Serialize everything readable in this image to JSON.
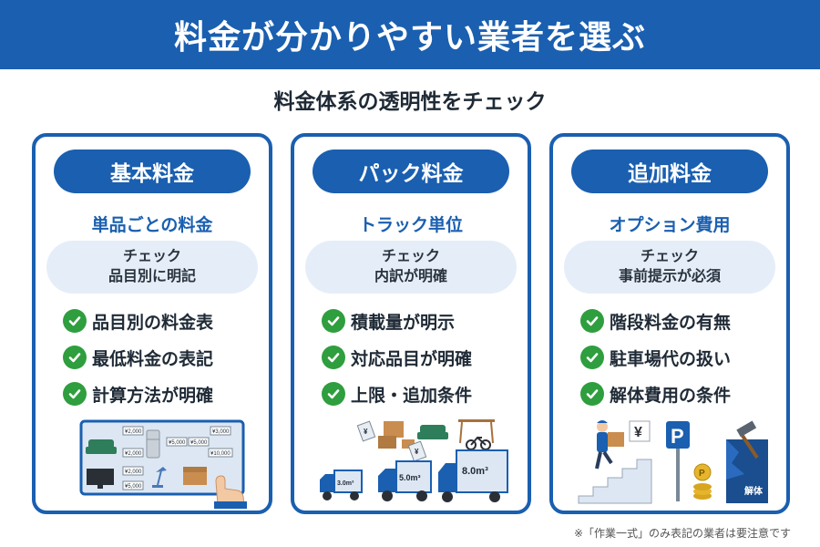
{
  "header": {
    "title": "料金が分かりやすい業者を選ぶ"
  },
  "subtitle": "料金体系の透明性をチェック",
  "cards": [
    {
      "title": "基本料金",
      "subtitle": "単品ごとの料金",
      "check_label": "チェック",
      "check_text": "品目別に明記",
      "items": [
        "品目別の料金表",
        "最低料金の表記",
        "計算方法が明確"
      ],
      "illustration": {
        "price_tags": [
          "¥2,000",
          "¥3,000",
          "¥5,000",
          "¥2,000",
          "¥5,000",
          "¥10,000",
          "¥2,000",
          "¥5,000"
        ]
      }
    },
    {
      "title": "パック料金",
      "subtitle": "トラック単位",
      "check_label": "チェック",
      "check_text": "内訳が明確",
      "items": [
        "積載量が明示",
        "対応品目が明確",
        "上限・追加条件"
      ],
      "illustration": {
        "trucks": [
          "3.0m³",
          "5.0m³",
          "8.0m³"
        ],
        "tag_symbol": "¥"
      }
    },
    {
      "title": "追加料金",
      "subtitle": "オプション費用",
      "check_label": "チェック",
      "check_text": "事前提示が必須",
      "items": [
        "階段料金の有無",
        "駐車場代の扱い",
        "解体費用の条件"
      ],
      "illustration": {
        "box_symbol": "¥",
        "parking_sign": "P",
        "coin_symbol": "P",
        "demolition_label": "解体"
      }
    }
  ],
  "footnote": "※「作業一式」のみ表記の業者は要注意です",
  "colors": {
    "primary": "#1a5fb0",
    "check_green": "#2f9e3e",
    "light_panel": "#e5eef8"
  }
}
